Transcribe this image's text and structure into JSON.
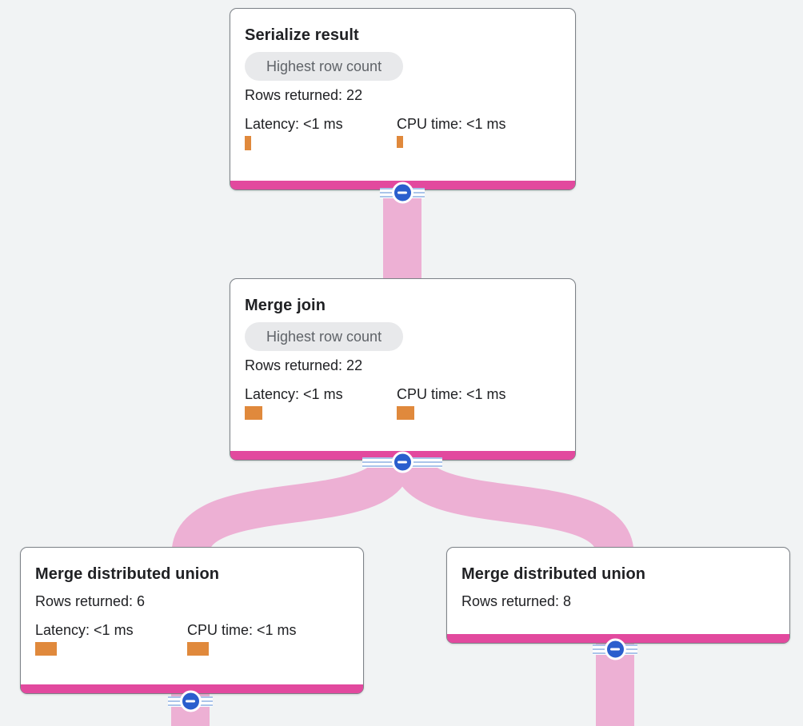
{
  "app": {
    "view": "query-execution-plan-graph"
  },
  "colors": {
    "background": "#f1f3f4",
    "node_border": "#7d8288",
    "node_latency_strip": "#e2499e",
    "flow_band_pink": "#edb0d4",
    "metric_bar_orange": "#e0893c",
    "collapse_button_blue": "#2a5ecd",
    "stripe_lines_blue": "#aac4ea",
    "badge_background": "#e8e9eb",
    "badge_text": "#5f6368",
    "text": "#202124"
  },
  "nodes": [
    {
      "title": "Serialize result",
      "badge": "Highest row count",
      "rows_returned": "Rows returned: 22",
      "latency": "Latency: <1 ms",
      "cpu": "CPU time: <1 ms",
      "latency_bar_style": "width:8px;height:18px",
      "cpu_bar_style": "width:8px;height:15px"
    },
    {
      "title": "Merge join",
      "badge": "Highest row count",
      "rows_returned": "Rows returned: 22",
      "latency": "Latency: <1 ms",
      "cpu": "CPU time: <1 ms",
      "latency_bar_style": "width:22px;height:17px",
      "cpu_bar_style": "width:22px;height:17px"
    },
    {
      "title": "Merge distributed union",
      "rows_returned": "Rows returned: 6",
      "latency": "Latency: <1 ms",
      "cpu": "CPU time: <1 ms",
      "latency_bar_style": "width:27px;height:17px",
      "cpu_bar_style": "width:27px;height:17px"
    },
    {
      "title": "Merge distributed union",
      "rows_returned": "Rows returned: 8"
    }
  ],
  "buttons": {
    "collapse_tooltip": "Collapse"
  }
}
